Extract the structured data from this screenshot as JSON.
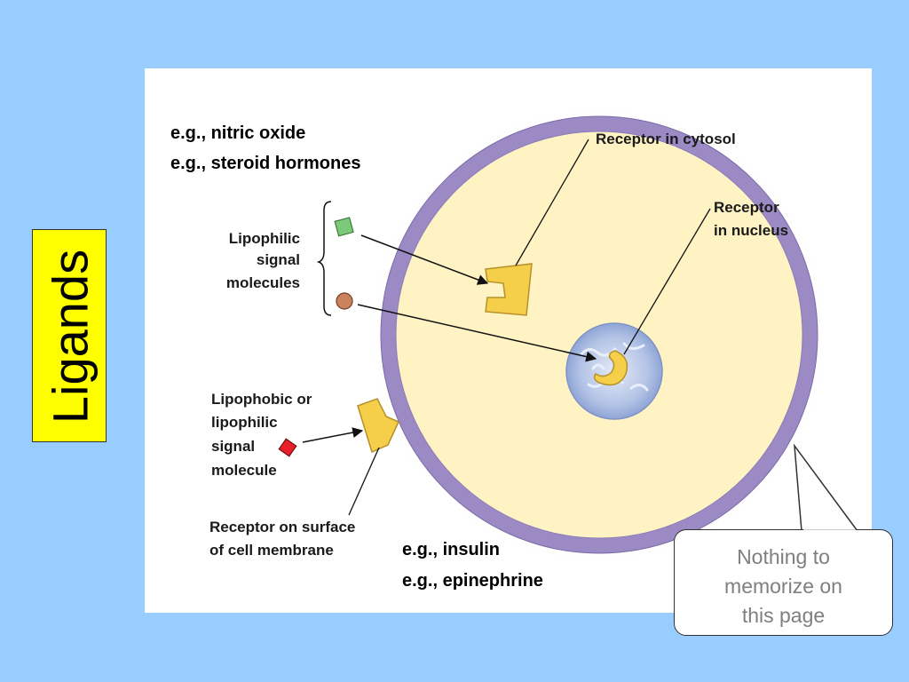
{
  "sidebar": {
    "title": "Ligands"
  },
  "diagram": {
    "examples_top": {
      "line1": "e.g., nitric oxide",
      "line2": "e.g., steroid hormones"
    },
    "examples_bottom": {
      "line1": "e.g., insulin",
      "line2": "e.g., epinephrine"
    },
    "labels": {
      "lipophilic_line1": "Lipophilic",
      "lipophilic_line2": "signal",
      "lipophilic_line3": "molecules",
      "receptor_cytosol": "Receptor in cytosol",
      "receptor_nucleus_line1": "Receptor",
      "receptor_nucleus_line2": "in nucleus",
      "lipophobic_line1": "Lipophobic or",
      "lipophobic_line2": "lipophilic",
      "lipophobic_line3": "signal",
      "lipophobic_line4": "molecule",
      "surface_line1": "Receptor on surface",
      "surface_line2": "of cell membrane"
    },
    "colors": {
      "membrane": "#9B8AC4",
      "cytosol": "#FFF3C4",
      "receptor": "#F5CF4A",
      "nucleus": "#A9BCE0",
      "lipophilic_molecule_square": "#7DC97A",
      "lipophilic_molecule_circle": "#C9825C",
      "lipophobic_molecule": "#E8202A"
    }
  },
  "callout": {
    "text": "Nothing to\nmemorize on\nthis page"
  }
}
